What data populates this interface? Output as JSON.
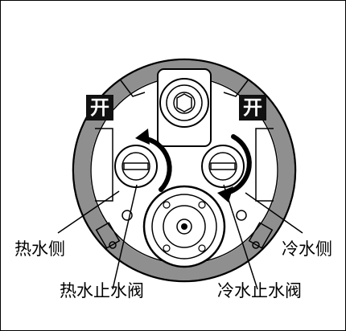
{
  "badges": {
    "left": "开",
    "right": "开"
  },
  "labels": {
    "hot_side": "热水侧",
    "cold_side": "冷水侧",
    "hot_stop_valve": "热水止水阀",
    "cold_stop_valve": "冷水止水阀"
  },
  "colors": {
    "line": "#000000",
    "gray_fill": "#8f8f8f",
    "badge_bg": "#111111"
  }
}
